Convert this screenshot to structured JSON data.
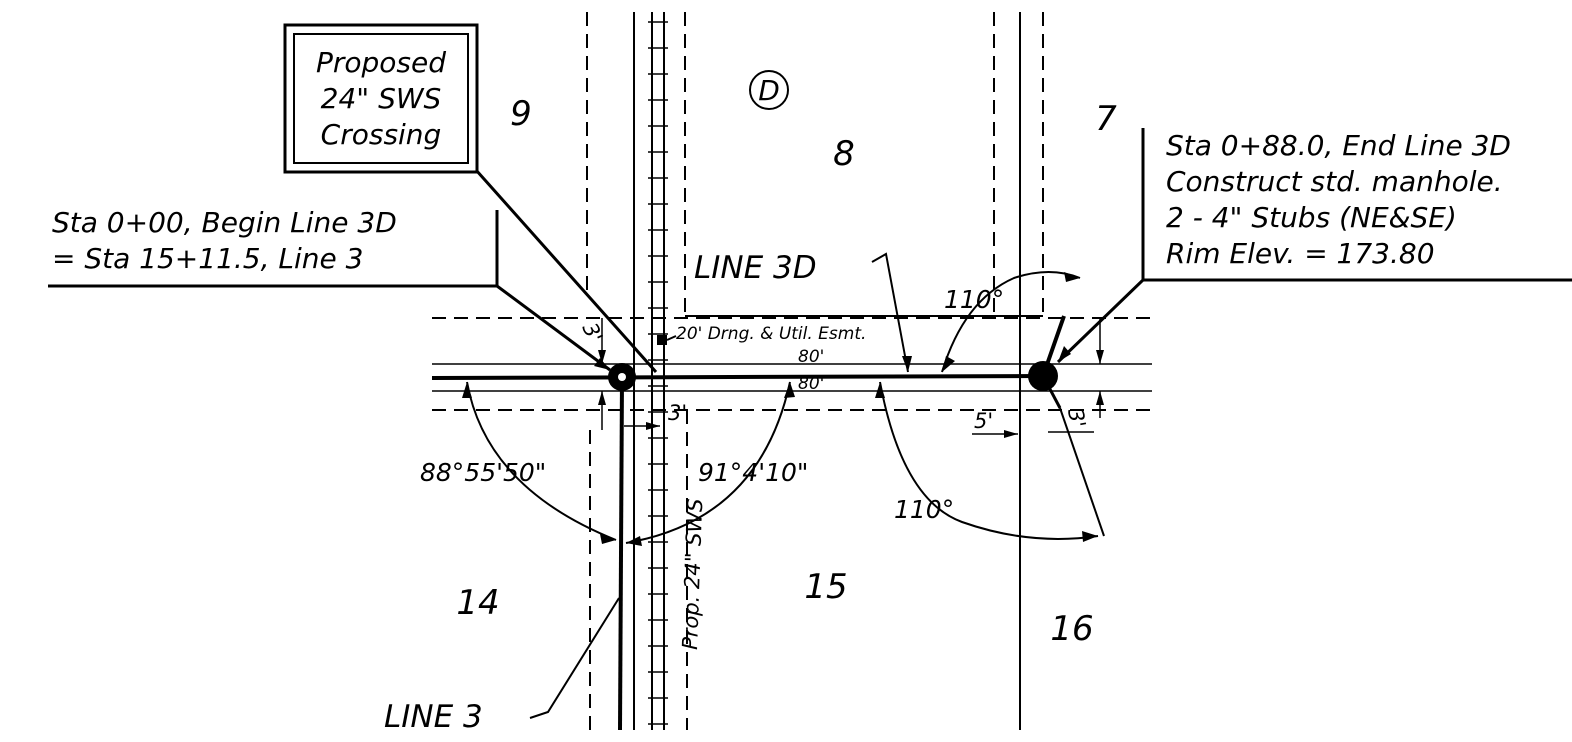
{
  "callouts": {
    "crossing": [
      "Proposed",
      "24\" SWS",
      "Crossing"
    ],
    "begin": [
      "Sta 0+00, Begin Line 3D",
      "= Sta 15+11.5, Line 3"
    ],
    "end": [
      "Sta 0+88.0, End Line 3D",
      "Construct std. manhole.",
      "2 - 4\" Stubs (NE&SE)",
      "Rim Elev. = 173.80"
    ]
  },
  "lines": {
    "line_3d": "LINE 3D",
    "line_3": "LINE 3"
  },
  "block_label": "D",
  "lots": {
    "lot_9": "9",
    "lot_8": "8",
    "lot_7": "7",
    "lot_14": "14",
    "lot_15": "15",
    "lot_16": "16"
  },
  "easement": "20' Drng. & Util. Esmt.",
  "pipe_label": "Prop. 24\" SWS",
  "dimensions": {
    "angle_left": "88°55'50\"",
    "angle_mid": "91°4'10\"",
    "angle_right_low": "110°",
    "angle_right_top": "110°",
    "len_80_top": "80'",
    "len_80_bottom": "80'",
    "offset_3_left": "3'",
    "offset_3_mid": "3'",
    "offset_3_right": "3'",
    "offset_5": "5'"
  }
}
